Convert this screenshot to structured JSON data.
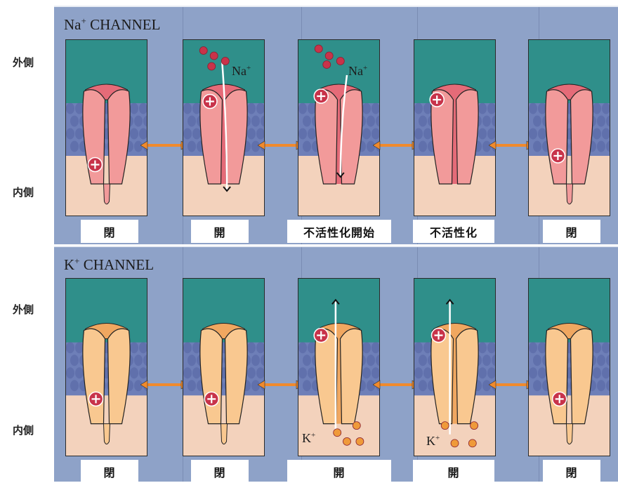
{
  "side_labels": {
    "outside": "外側",
    "inside": "内側"
  },
  "na_panel": {
    "title": "Na",
    "title_sup": "+",
    "title_rest": " CHANNEL",
    "ion_label": "Na",
    "ion_sup": "+",
    "states": [
      "閉",
      "開",
      "不活性化開始",
      "不活性化",
      "閉"
    ]
  },
  "k_panel": {
    "title": "K",
    "title_sup": "+",
    "title_rest": " CHANNEL",
    "ion_label": "K",
    "ion_sup": "+",
    "states": [
      "閉",
      "閉",
      "開",
      "開",
      "閉"
    ]
  },
  "colors": {
    "panel_bg": "#8ea2c8",
    "extracellular": "#2f8f8a",
    "membrane": "#6e7fb8",
    "cytoplasm": "#f3d2bc",
    "na_channel": "#f29a9a",
    "na_channel_dark": "#e56b78",
    "k_channel": "#f9c890",
    "k_channel_dark": "#f0a760",
    "na_ion": "#c8334a",
    "k_ion": "#ef9a3a",
    "exchange_arrow": "#f08a2c"
  }
}
